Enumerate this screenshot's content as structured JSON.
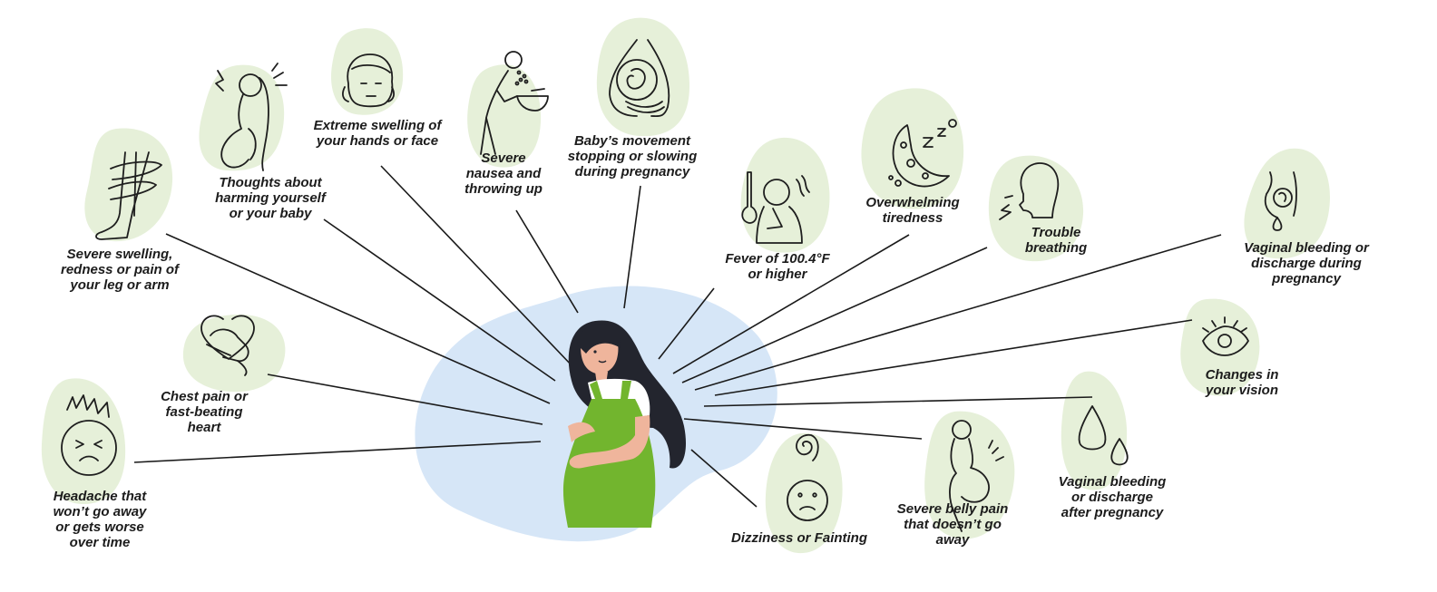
{
  "colors": {
    "blob": "#e6f0d9",
    "centerBlob": "#d6e6f7",
    "line": "#1a1a1a",
    "icon": "#1e1e1e",
    "overalls": "#72b52e",
    "hair": "#23252e",
    "skin": "#efb59c",
    "shirt": "#ffffff"
  },
  "center": {
    "icon": "pregnant-woman"
  },
  "symptoms": [
    {
      "id": "leg-swelling",
      "icon": "leg-swelling-icon",
      "lines": [
        "Severe swelling,",
        "redness or pain of",
        "your leg or arm"
      ]
    },
    {
      "id": "harming-thoughts",
      "icon": "distressed-pregnant-woman-icon",
      "lines": [
        "Thoughts about",
        "harming yourself",
        "or your baby"
      ]
    },
    {
      "id": "hand-face-swelling",
      "icon": "swollen-face-icon",
      "lines": [
        "Extreme swelling of",
        "your hands or face"
      ]
    },
    {
      "id": "nausea",
      "icon": "vomiting-person-icon",
      "lines": [
        "Severe",
        "nausea and",
        "throwing up"
      ]
    },
    {
      "id": "baby-movement",
      "icon": "fetus-in-belly-icon",
      "lines": [
        "Baby’s movement",
        "stopping or slowing",
        "during pregnancy"
      ]
    },
    {
      "id": "fever",
      "icon": "fever-thermometer-icon",
      "lines": [
        "Fever of 100.4°F",
        "or higher"
      ]
    },
    {
      "id": "tiredness",
      "icon": "sleepy-moon-icon",
      "lines": [
        "Overwhelming",
        "tiredness"
      ]
    },
    {
      "id": "breathing",
      "icon": "trouble-breathing-icon",
      "lines": [
        "Trouble",
        "breathing"
      ]
    },
    {
      "id": "bleeding-during",
      "icon": "pregnant-bleeding-icon",
      "lines": [
        "Vaginal bleeding or",
        "discharge during",
        "pregnancy"
      ]
    },
    {
      "id": "vision",
      "icon": "eye-icon",
      "lines": [
        "Changes in",
        "your vision"
      ]
    },
    {
      "id": "bleeding-after",
      "icon": "blood-drops-icon",
      "lines": [
        "Vaginal bleeding",
        "or discharge",
        "after pregnancy"
      ]
    },
    {
      "id": "belly-pain",
      "icon": "belly-pain-icon",
      "lines": [
        "Severe belly pain",
        "that doesn’t go",
        "away"
      ]
    },
    {
      "id": "dizziness",
      "icon": "dizzy-face-icon",
      "lines": [
        "Dizziness or Fainting"
      ]
    },
    {
      "id": "headache",
      "icon": "headache-face-icon",
      "lines": [
        "Headache that",
        "won’t go away",
        "or gets worse",
        "over time"
      ]
    },
    {
      "id": "chest-pain",
      "icon": "heart-in-hand-icon",
      "lines": [
        "Chest pain or",
        "fast-beating",
        "heart"
      ]
    }
  ]
}
